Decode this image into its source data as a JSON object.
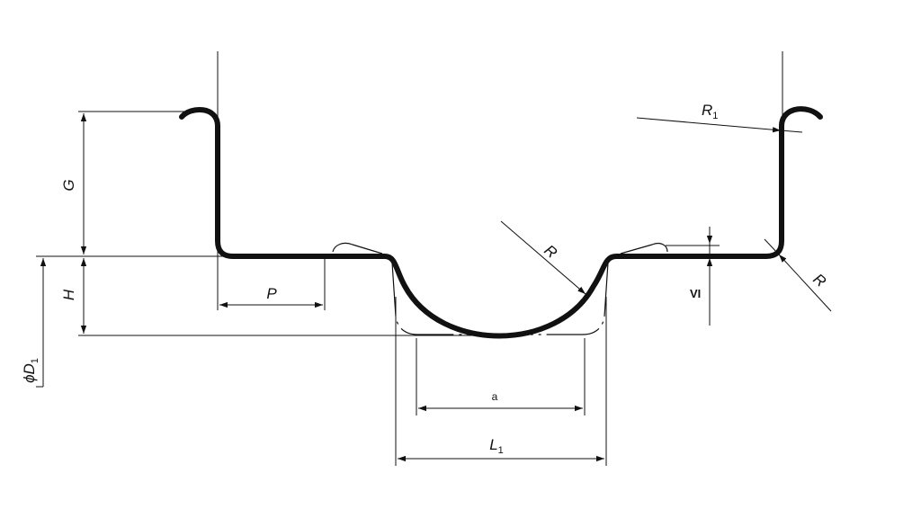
{
  "labels": {
    "G": "G",
    "H": "H",
    "phi_D": "ϕD",
    "phi_D_sub": "1",
    "P": "P",
    "R1": "R",
    "R1_sub": "1",
    "R_center": "R",
    "R_right": "R",
    "a": "a",
    "L1": "L",
    "L1_sub": "1",
    "VI": "VI"
  },
  "colors": {
    "ink": "#111111",
    "background": "#ffffff"
  }
}
